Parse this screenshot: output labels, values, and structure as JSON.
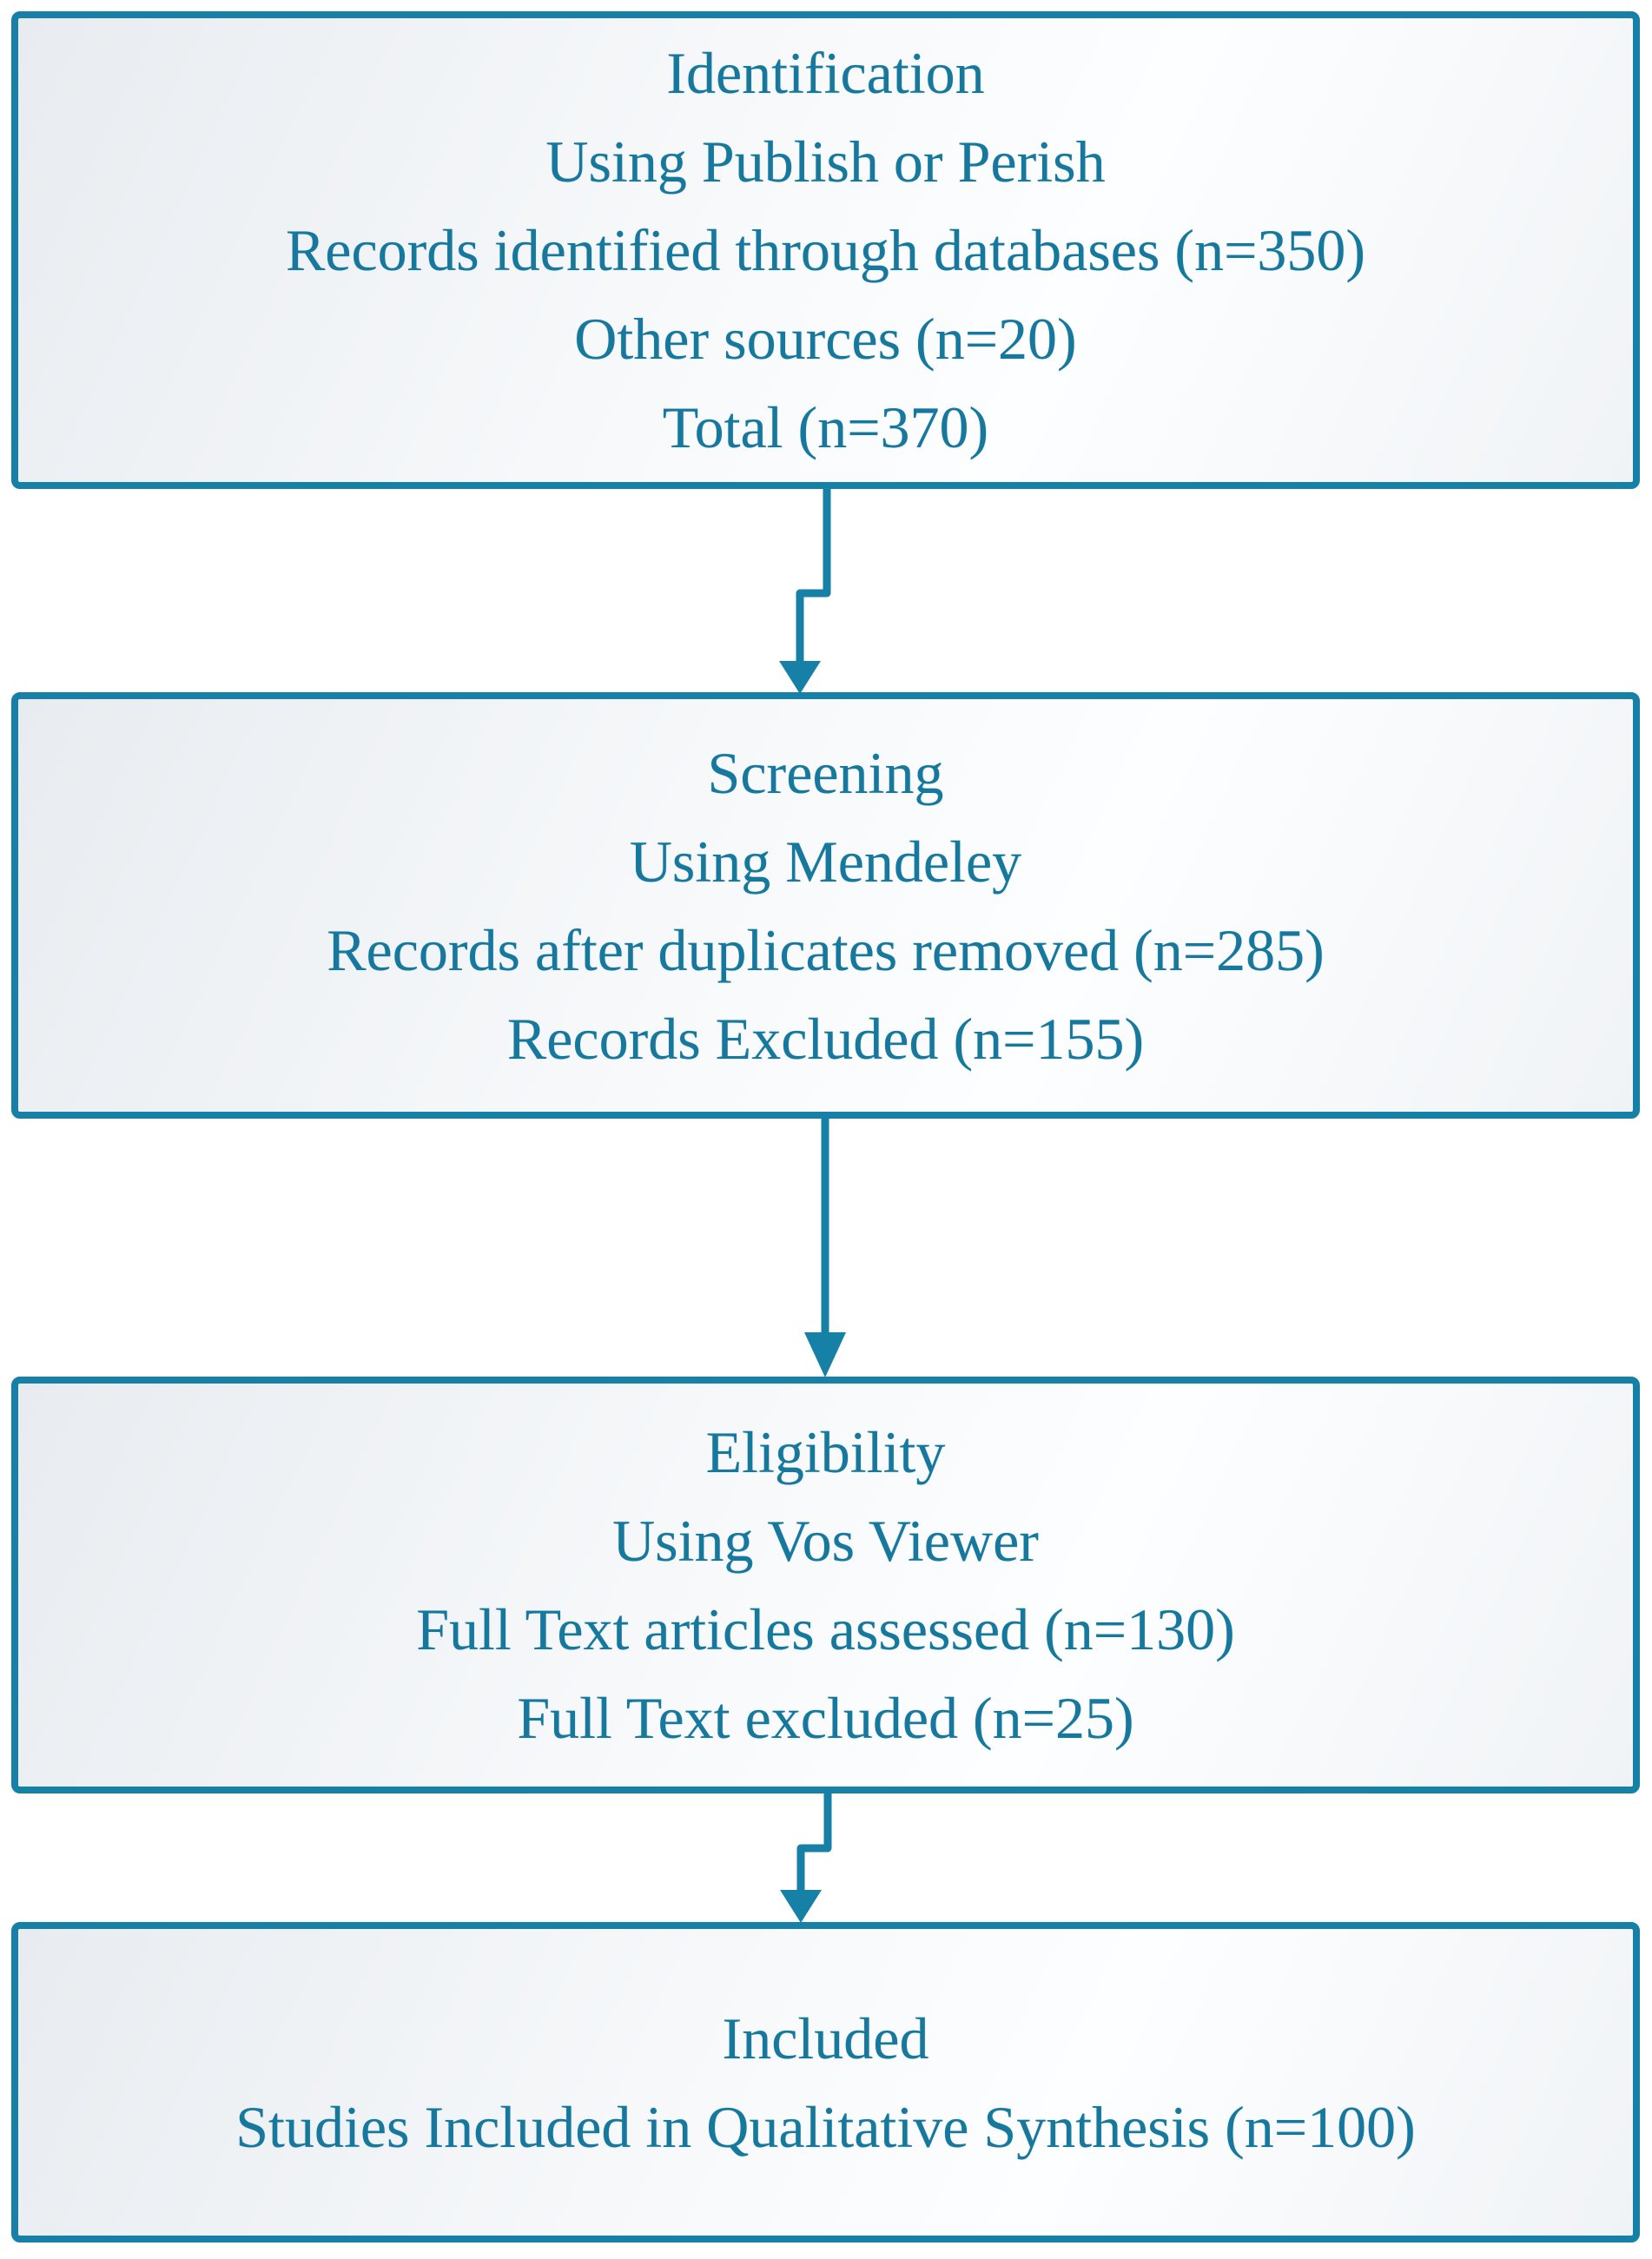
{
  "palette": {
    "border_teal": "#1680A6",
    "text_teal": "#17789E",
    "box_fill_dark": "#e8ecf0",
    "box_fill_light": "#fdfeff",
    "page_background": "#ffffff"
  },
  "boxes": [
    {
      "id": "identification",
      "lines": [
        "Identification",
        "Using Publish or Perish",
        "Records identified through databases (n=350)",
        "Other sources (n=20)",
        "Total (n=370)"
      ]
    },
    {
      "id": "screening",
      "lines": [
        "Screening",
        "Using Mendeley",
        "Records after duplicates removed (n=285)",
        "Records Excluded (n=155)"
      ]
    },
    {
      "id": "eligibility",
      "lines": [
        "Eligibility",
        "Using Vos Viewer",
        "Full Text articles assessed (n=130)",
        "Full Text excluded (n=25)"
      ]
    },
    {
      "id": "included",
      "lines": [
        "Included",
        "Studies Included in Qualitative Synthesis (n=100)"
      ]
    }
  ],
  "arrows": [
    {
      "from": "identification",
      "to": "screening",
      "shape": "step-left"
    },
    {
      "from": "screening",
      "to": "eligibility",
      "shape": "straight"
    },
    {
      "from": "eligibility",
      "to": "included",
      "shape": "step-left"
    }
  ]
}
